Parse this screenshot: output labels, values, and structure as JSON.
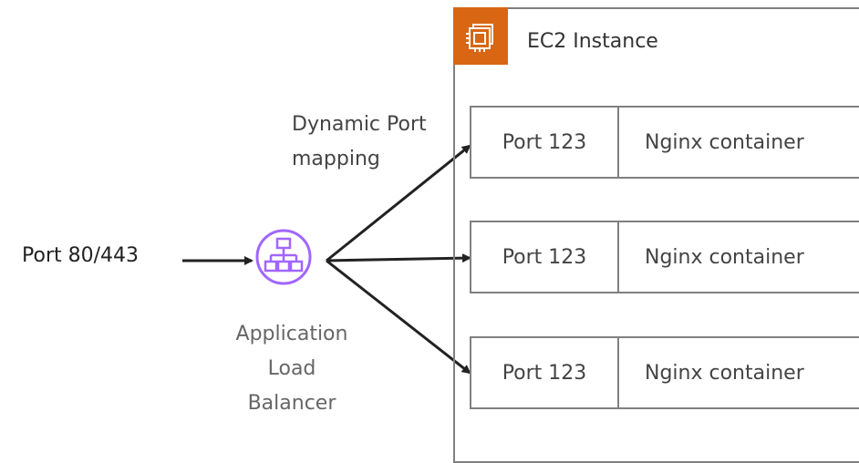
{
  "input": {
    "port_label": "Port 80/443"
  },
  "mapping": {
    "line1": "Dynamic Port",
    "line2": "mapping"
  },
  "load_balancer": {
    "line1": "Application",
    "line2": "Load",
    "line3": "Balancer",
    "icon": "application-load-balancer-icon",
    "icon_color": "#A166FF"
  },
  "ec2": {
    "title": "EC2 Instance",
    "icon": "ec2-chip-icon",
    "badge_color": "#D86613",
    "rows": [
      {
        "port": "Port 123",
        "container": "Nginx container"
      },
      {
        "port": "Port 123",
        "container": "Nginx container"
      },
      {
        "port": "Port 123",
        "container": "Nginx container"
      }
    ]
  }
}
